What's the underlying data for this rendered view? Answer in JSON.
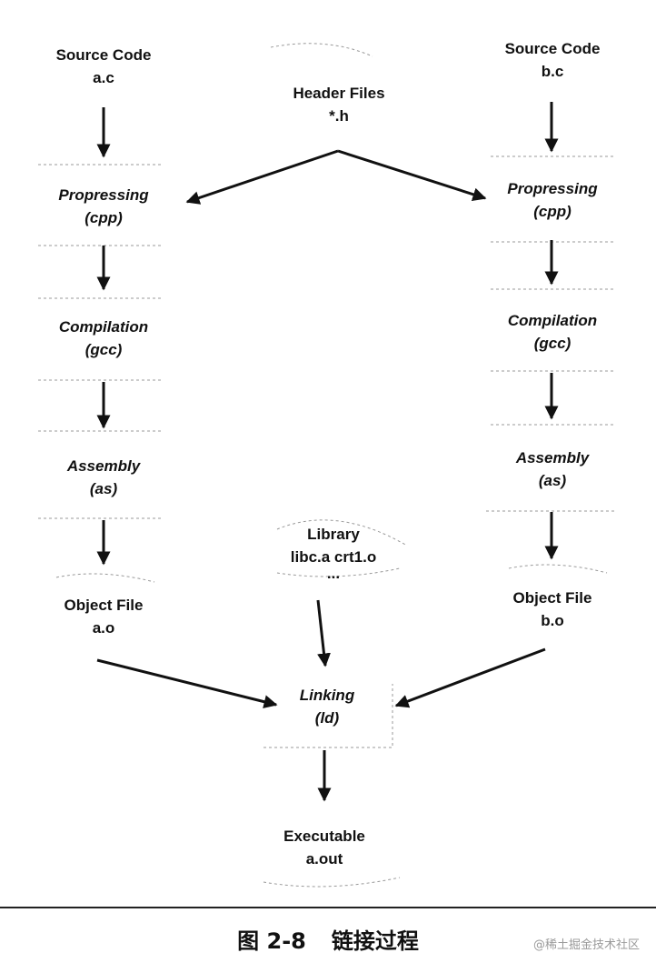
{
  "left": {
    "source": {
      "title": "Source Code",
      "file": "a.c"
    },
    "preprocess": {
      "title": "Propressing",
      "tool": "(cpp)"
    },
    "compile": {
      "title": "Compilation",
      "tool": "(gcc)"
    },
    "assemble": {
      "title": "Assembly",
      "tool": "(as)"
    },
    "object": {
      "title": "Object File",
      "file": "a.o"
    }
  },
  "right": {
    "source": {
      "title": "Source Code",
      "file": "b.c"
    },
    "preprocess": {
      "title": "Propressing",
      "tool": "(cpp)"
    },
    "compile": {
      "title": "Compilation",
      "tool": "(gcc)"
    },
    "assemble": {
      "title": "Assembly",
      "tool": "(as)"
    },
    "object": {
      "title": "Object File",
      "file": "b.o"
    }
  },
  "header": {
    "title": "Header Files",
    "file": "*.h"
  },
  "library": {
    "title": "Library",
    "files": "libc.a crt1.o",
    "more": "..."
  },
  "linking": {
    "title": "Linking",
    "tool": "(ld)"
  },
  "executable": {
    "title": "Executable",
    "file": "a.out"
  },
  "caption": {
    "number": "图 2-8",
    "text": "链接过程"
  },
  "watermark": "@稀土掘金技术社区"
}
